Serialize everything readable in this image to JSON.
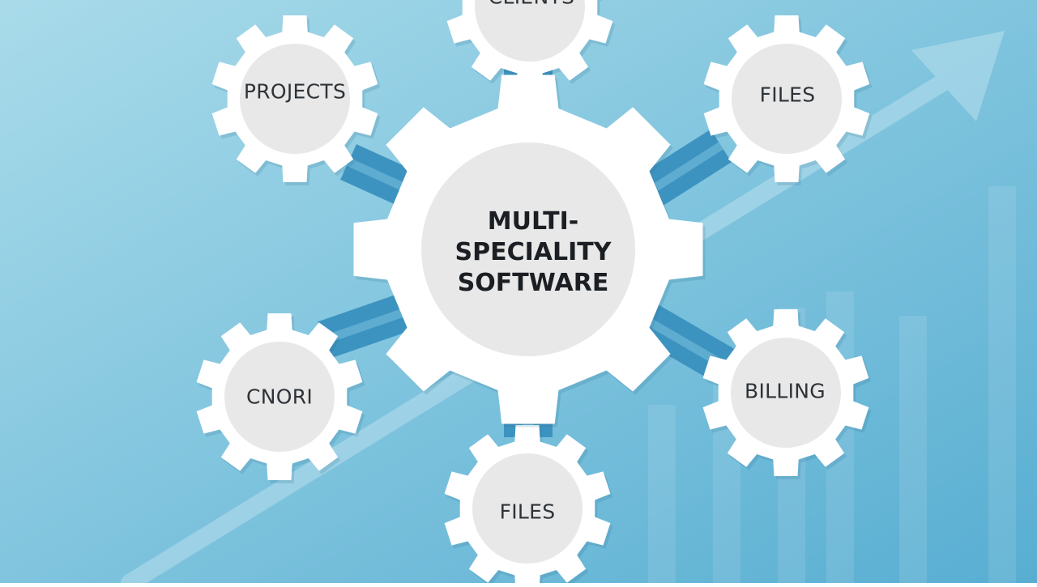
{
  "center": {
    "lines": [
      "MULTI-",
      "SPECIALITY",
      "SOFTWARE"
    ]
  },
  "gears": {
    "top": "CLIENTS",
    "top_left": "PROJECTS",
    "top_right": "FILES",
    "bottom_left": "CNORI",
    "bottom_right": "BILLING",
    "bottom": "FILES"
  },
  "colors": {
    "background_top": "#a8d8e8",
    "background_bottom": "#5fb3d3",
    "gear_fill": "#ffffff",
    "gear_center": "#e8e8e8",
    "connector": "#3d93c0",
    "text": "#2e3338"
  }
}
